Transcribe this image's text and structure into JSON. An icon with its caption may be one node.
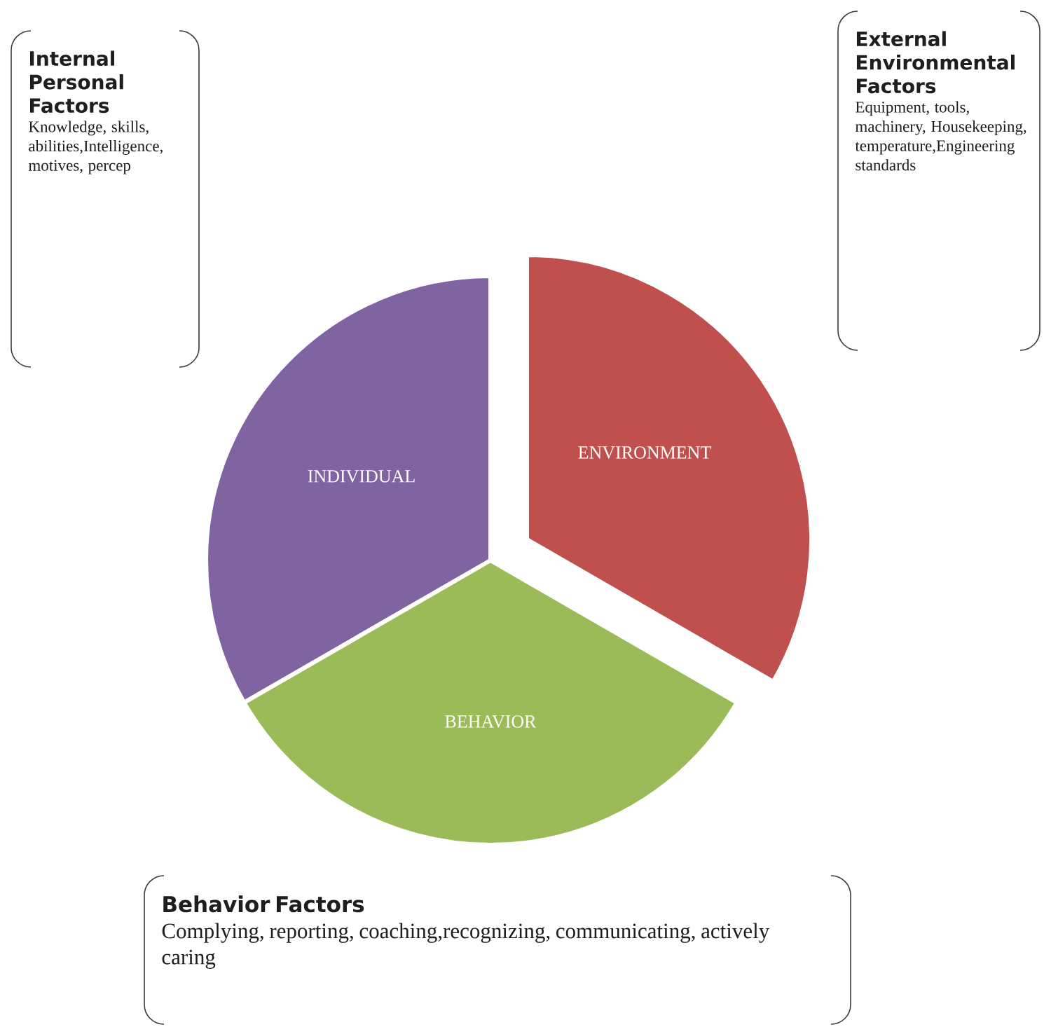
{
  "diagram": {
    "nodes": [
      {
        "text": [
          "INDIVIDUAL"
        ]
      },
      {
        "text": [
          "ENVIRONMENT"
        ]
      },
      {
        "text": [
          "BEHAVIOR"
        ]
      },
      {
        "text": [
          "Internal Personal Factors",
          "Knowledge, skills, abilities,Intelligence, motives, percep"
        ]
      },
      {
        "text": [
          "External Environmental Factors",
          "Equipment, tools, machinery, Housekeeping, temperature,Engineering standards"
        ]
      },
      {
        "text": [
          "Behavior Factors",
          "Complying, reporting, coaching,recognizing, communicating, actively caring"
        ]
      }
    ]
  }
}
